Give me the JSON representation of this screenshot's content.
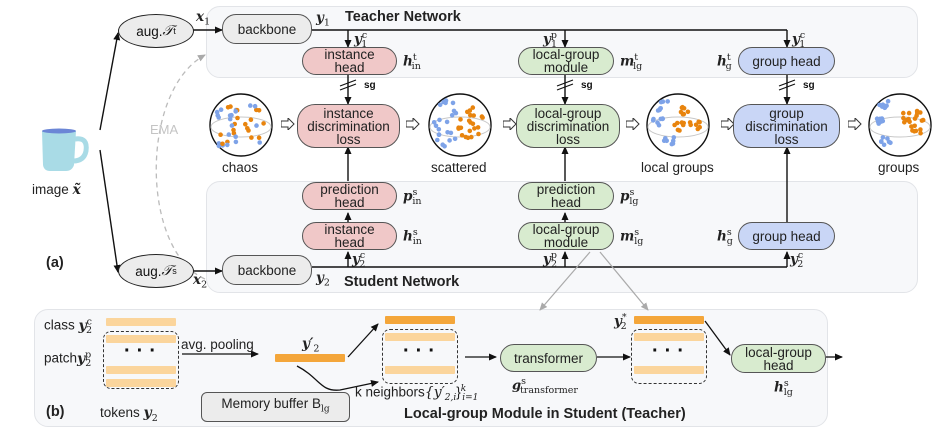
{
  "panel_a": {
    "label": "(a)",
    "input_image_label": "image",
    "input_symbol": "x̃",
    "aug_teacher": {
      "text": "aug.",
      "symbol": "𝒯",
      "sup": "t"
    },
    "aug_student": {
      "text": "aug.",
      "symbol": "𝒯",
      "sup": "s"
    },
    "x1": "x",
    "x1_sub": "1",
    "x2": "x",
    "x2_sub": "2",
    "ema_label": "EMA",
    "teacher": {
      "title": "Teacher Network",
      "backbone": "backbone",
      "y": "y",
      "y_sub": "1",
      "y_c": {
        "sym": "y",
        "sup": "c",
        "sub": "1"
      },
      "y_p": {
        "sym": "y",
        "sup": "p",
        "sub": "1"
      },
      "y_c_group": {
        "sym": "y",
        "sup": "c",
        "sub": "1"
      },
      "instance_head": {
        "line1": "instance",
        "line2": "head",
        "sym": "h",
        "sup": "t",
        "sub": "in"
      },
      "local_group_module": {
        "line1": "local-group",
        "line2": "module",
        "sym": "m",
        "sup": "t",
        "sub": "lg"
      },
      "group_head": {
        "label": "group head",
        "sym": "h",
        "sup": "t",
        "sub": "g"
      }
    },
    "stop_grad_label": "sg",
    "losses": [
      {
        "line1": "instance",
        "line2": "discrimination",
        "line3": "loss",
        "color": "#f0c8c8"
      },
      {
        "line1": "local-group",
        "line2": "discrimination",
        "line3": "loss",
        "color": "#d8ebcf"
      },
      {
        "line1": "group",
        "line2": "discrimination",
        "line3": "loss",
        "color": "#c9d6f6"
      }
    ],
    "states": [
      "chaos",
      "scattered",
      "local groups",
      "groups"
    ],
    "student": {
      "title": "Student Network",
      "backbone": "backbone",
      "y": "y",
      "y_sub": "2",
      "y_c": {
        "sym": "y",
        "sup": "c",
        "sub": "2"
      },
      "y_p": {
        "sym": "y",
        "sup": "p",
        "sub": "2"
      },
      "y_c_group": {
        "sym": "y",
        "sup": "c",
        "sub": "2"
      },
      "instance_pred_head": {
        "line1": "prediction",
        "line2": "head",
        "sym": "p",
        "sup": "s",
        "sub": "in"
      },
      "instance_head": {
        "line1": "instance",
        "line2": "head",
        "sym": "h",
        "sup": "s",
        "sub": "in"
      },
      "lg_pred_head": {
        "line1": "prediction",
        "line2": "head",
        "sym": "p",
        "sup": "s",
        "sub": "lg"
      },
      "local_group_module": {
        "line1": "local-group",
        "line2": "module",
        "sym": "m",
        "sup": "s",
        "sub": "lg"
      },
      "group_head": {
        "label": "group head",
        "sym": "h",
        "sup": "s",
        "sub": "g"
      }
    }
  },
  "panel_b": {
    "label": "(b)",
    "title": "Local-group Module in Student (Teacher)",
    "class_label": "class",
    "class_sym": {
      "sym": "y",
      "sup": "c",
      "sub": "2"
    },
    "patch_label": "patch",
    "patch_sym": {
      "sym": "y",
      "sup": "p",
      "sub": "2"
    },
    "tokens_label": "tokens",
    "tokens_sym": {
      "sym": "y",
      "sub": "2"
    },
    "avg_pooling": "avg. pooling",
    "y_prime": {
      "sym": "y′",
      "sub": "2"
    },
    "memory_buffer": "Memory buffer B",
    "memory_buffer_sub": "lg",
    "k_neighbors": "k neighbors",
    "k_neighbors_set": "{y′",
    "k_neighbors_sub": "2,i",
    "k_neighbors_close": "}",
    "k_neighbors_range_sup": "k",
    "k_neighbors_range_sub": "i=1",
    "transformer": "transformer",
    "transformer_sym": {
      "sym": "g",
      "sup": "s",
      "sub": "transformer"
    },
    "y_star": {
      "sym": "y",
      "sup": "*",
      "sub": "2"
    },
    "lg_head": {
      "line1": "local-group",
      "line2": "head",
      "sym": "h",
      "sup": "s",
      "sub": "lg"
    },
    "dots": "···"
  },
  "colors": {
    "instance": "#f0c8c8",
    "local_group": "#d8ebcf",
    "group": "#c9d6f6",
    "backbone": "#ececec",
    "token_dark": "#f4a63a",
    "token_light": "#fbd59c",
    "point_blue": "#7ea3e8",
    "point_orange": "#e8840e",
    "panel_bg": "#f7f8fa"
  }
}
